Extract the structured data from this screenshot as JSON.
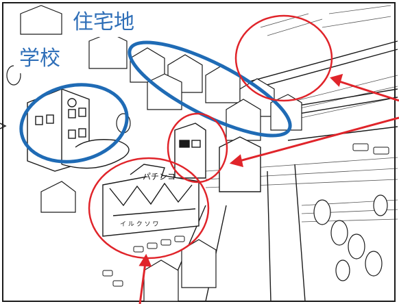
{
  "labels": {
    "residential": "住宅地",
    "school": "学校"
  },
  "colors": {
    "label_text": "#2f6fb8",
    "highlight_blue": "#1f6bb5",
    "highlight_red": "#e0242a",
    "ink": "#1a1a1a",
    "paper": "#ffffff"
  },
  "illustration": {
    "sign_pachinko": "パチンコ",
    "sign_shops": "イ ル ク ソ ワ"
  }
}
